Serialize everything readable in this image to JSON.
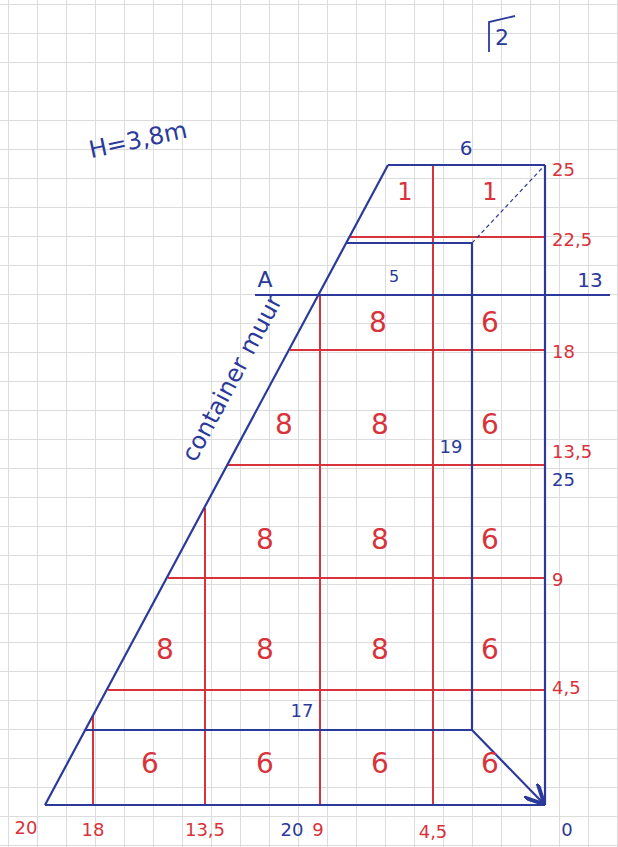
{
  "diagram": {
    "labels": [
      "2",
      "6",
      "1",
      "1",
      "25",
      "22,5",
      "A",
      "5",
      "8",
      "6",
      "13",
      "H=3,8m",
      "18",
      "container muur",
      "8",
      "8",
      "6",
      "19",
      "13,5",
      "25",
      "8",
      "8",
      "6",
      "9",
      "8",
      "8",
      "8",
      "6",
      "4,5",
      "17",
      "6",
      "6",
      "6",
      "6",
      "20",
      "18",
      "13,5",
      "20",
      "9",
      "4,5",
      "0"
    ]
  }
}
